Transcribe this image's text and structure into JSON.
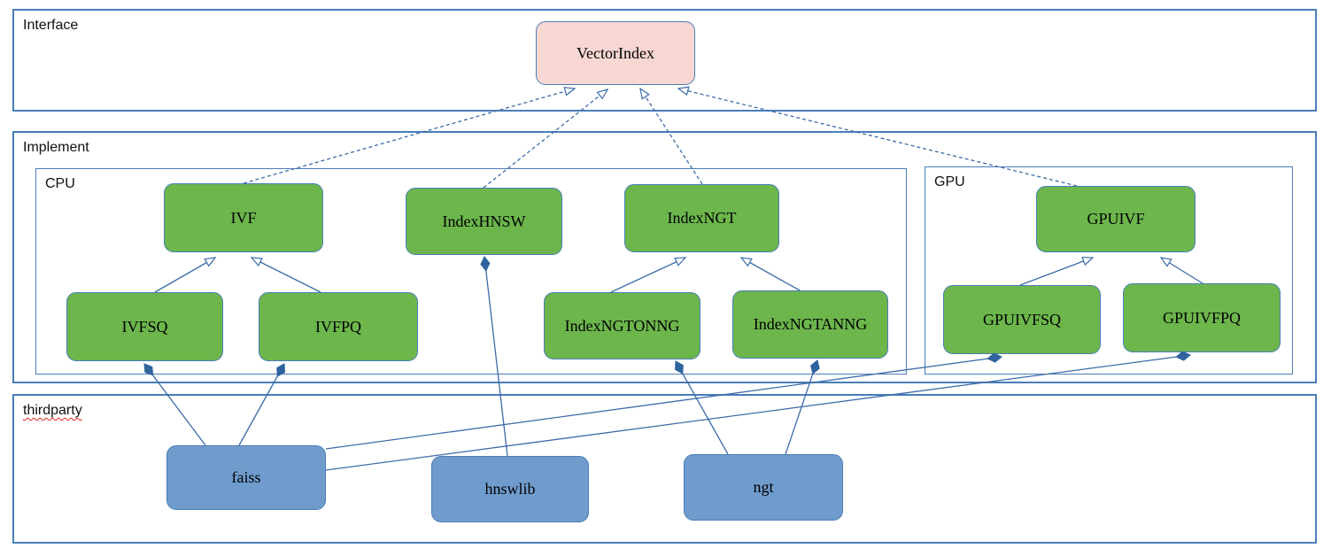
{
  "diagram": {
    "containers": {
      "interface": {
        "label": "Interface"
      },
      "implement": {
        "label": "Implement"
      },
      "cpu": {
        "label": "CPU"
      },
      "gpu": {
        "label": "GPU"
      },
      "thirdparty": {
        "label": "thirdparty"
      }
    },
    "nodes": {
      "vectorindex": {
        "label": "VectorIndex",
        "kind": "interface"
      },
      "ivf": {
        "label": "IVF",
        "kind": "cpu-class"
      },
      "indexhnsw": {
        "label": "IndexHNSW",
        "kind": "cpu-class"
      },
      "indexngt": {
        "label": "IndexNGT",
        "kind": "cpu-class"
      },
      "ivfsq": {
        "label": "IVFSQ",
        "kind": "cpu-class"
      },
      "ivfpq": {
        "label": "IVFPQ",
        "kind": "cpu-class"
      },
      "indexngtonng": {
        "label": "IndexNGTONNG",
        "kind": "cpu-class"
      },
      "indexngtanng": {
        "label": "IndexNGTANNG",
        "kind": "cpu-class"
      },
      "gpuivf": {
        "label": "GPUIVF",
        "kind": "gpu-class"
      },
      "gpuivfsq": {
        "label": "GPUIVFSQ",
        "kind": "gpu-class"
      },
      "gpuivfpq": {
        "label": "GPUIVFPQ",
        "kind": "gpu-class"
      },
      "faiss": {
        "label": "faiss",
        "kind": "thirdparty-lib"
      },
      "hnswlib": {
        "label": "hnswlib",
        "kind": "thirdparty-lib"
      },
      "ngt": {
        "label": "ngt",
        "kind": "thirdparty-lib"
      }
    },
    "edges": [
      {
        "from": "ivf",
        "to": "vectorindex",
        "type": "realization-dashed-open-arrow"
      },
      {
        "from": "indexhnsw",
        "to": "vectorindex",
        "type": "realization-dashed-open-arrow"
      },
      {
        "from": "indexngt",
        "to": "vectorindex",
        "type": "realization-dashed-open-arrow"
      },
      {
        "from": "gpuivf",
        "to": "vectorindex",
        "type": "realization-dashed-open-arrow"
      },
      {
        "from": "ivfsq",
        "to": "ivf",
        "type": "generalization-open-arrow"
      },
      {
        "from": "ivfpq",
        "to": "ivf",
        "type": "generalization-open-arrow"
      },
      {
        "from": "indexngtonng",
        "to": "indexngt",
        "type": "generalization-open-arrow"
      },
      {
        "from": "indexngtanng",
        "to": "indexngt",
        "type": "generalization-open-arrow"
      },
      {
        "from": "gpuivfsq",
        "to": "gpuivf",
        "type": "generalization-open-arrow"
      },
      {
        "from": "gpuivfpq",
        "to": "gpuivf",
        "type": "generalization-open-arrow"
      },
      {
        "from": "faiss",
        "to": "ivfsq",
        "type": "composition-filled-diamond"
      },
      {
        "from": "faiss",
        "to": "ivfpq",
        "type": "composition-filled-diamond"
      },
      {
        "from": "faiss",
        "to": "gpuivfsq",
        "type": "composition-filled-diamond"
      },
      {
        "from": "faiss",
        "to": "gpuivfpq",
        "type": "composition-filled-diamond"
      },
      {
        "from": "hnswlib",
        "to": "indexhnsw",
        "type": "composition-filled-diamond"
      },
      {
        "from": "ngt",
        "to": "indexngtonng",
        "type": "composition-filled-diamond"
      },
      {
        "from": "ngt",
        "to": "indexngtanng",
        "type": "composition-filled-diamond"
      }
    ],
    "colors": {
      "interface_fill": "#f8d7d3",
      "class_fill": "#6cb64c",
      "thirdparty_fill": "#6f9ccd",
      "node_border": "#4a7db8",
      "container_border": "#4a7db8",
      "connector": "#3c6ca8",
      "diamond_fill": "#2e639e",
      "spellcheck_underline": "#e0241c"
    }
  }
}
